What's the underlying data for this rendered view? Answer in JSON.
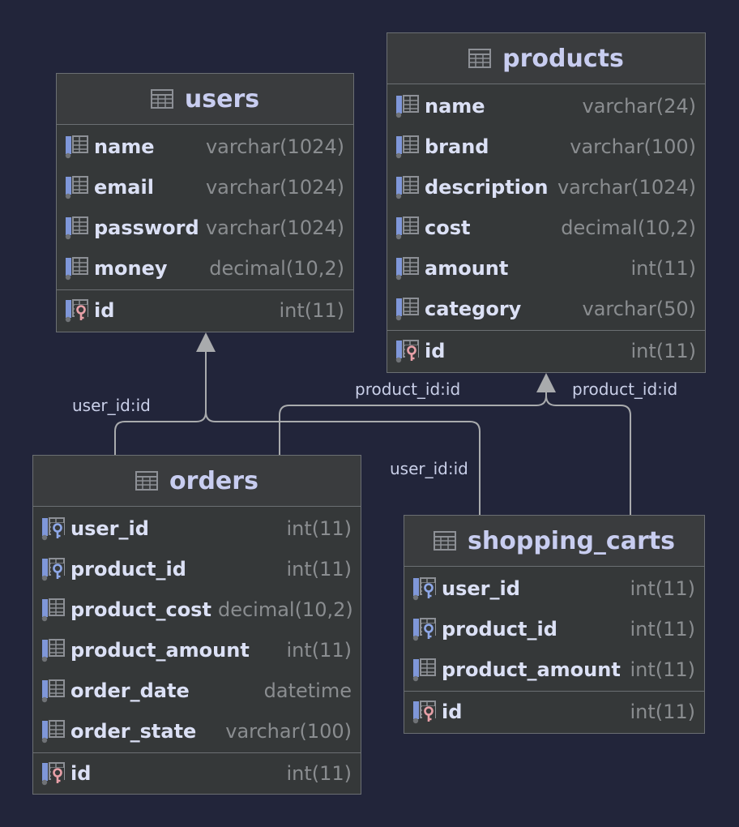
{
  "tables": {
    "users": {
      "name": "users",
      "columns": [
        {
          "name": "name",
          "type": "varchar(1024)",
          "icon": "column-icon"
        },
        {
          "name": "email",
          "type": "varchar(1024)",
          "icon": "column-icon"
        },
        {
          "name": "password",
          "type": "varchar(1024)",
          "icon": "column-icon"
        },
        {
          "name": "money",
          "type": "decimal(10,2)",
          "icon": "column-icon"
        }
      ],
      "pk": {
        "name": "id",
        "type": "int(11)",
        "icon": "primary-key-icon"
      }
    },
    "products": {
      "name": "products",
      "columns": [
        {
          "name": "name",
          "type": "varchar(24)",
          "icon": "column-icon"
        },
        {
          "name": "brand",
          "type": "varchar(100)",
          "icon": "column-icon"
        },
        {
          "name": "description",
          "type": "varchar(1024)",
          "icon": "column-icon"
        },
        {
          "name": "cost",
          "type": "decimal(10,2)",
          "icon": "column-icon"
        },
        {
          "name": "amount",
          "type": "int(11)",
          "icon": "column-icon"
        },
        {
          "name": "category",
          "type": "varchar(50)",
          "icon": "column-icon"
        }
      ],
      "pk": {
        "name": "id",
        "type": "int(11)",
        "icon": "primary-key-icon"
      }
    },
    "orders": {
      "name": "orders",
      "columns": [
        {
          "name": "user_id",
          "type": "int(11)",
          "icon": "foreign-key-icon"
        },
        {
          "name": "product_id",
          "type": "int(11)",
          "icon": "foreign-key-icon"
        },
        {
          "name": "product_cost",
          "type": "decimal(10,2)",
          "icon": "column-icon"
        },
        {
          "name": "product_amount",
          "type": "int(11)",
          "icon": "column-icon"
        },
        {
          "name": "order_date",
          "type": "datetime",
          "icon": "column-icon"
        },
        {
          "name": "order_state",
          "type": "varchar(100)",
          "icon": "column-icon"
        }
      ],
      "pk": {
        "name": "id",
        "type": "int(11)",
        "icon": "primary-key-icon"
      }
    },
    "shopping_carts": {
      "name": "shopping_carts",
      "columns": [
        {
          "name": "user_id",
          "type": "int(11)",
          "icon": "foreign-key-icon"
        },
        {
          "name": "product_id",
          "type": "int(11)",
          "icon": "foreign-key-icon"
        },
        {
          "name": "product_amount",
          "type": "int(11)",
          "icon": "column-icon"
        }
      ],
      "pk": {
        "name": "id",
        "type": "int(11)",
        "icon": "primary-key-icon"
      }
    }
  },
  "links": {
    "orders_users": "user_id:id",
    "orders_products": "product_id:id",
    "carts_users": "user_id:id",
    "carts_products": "product_id:id"
  },
  "colors": {
    "background": "#22253a",
    "table_body": "#353839",
    "table_border": "#6b6f73",
    "line": "#a9abad",
    "table_name": "#c8cdf0",
    "column_name": "#dbe0f5",
    "column_type": "#8a8d90",
    "key_pk": "#e8a0a8",
    "key_fk": "#8ea8e8"
  }
}
